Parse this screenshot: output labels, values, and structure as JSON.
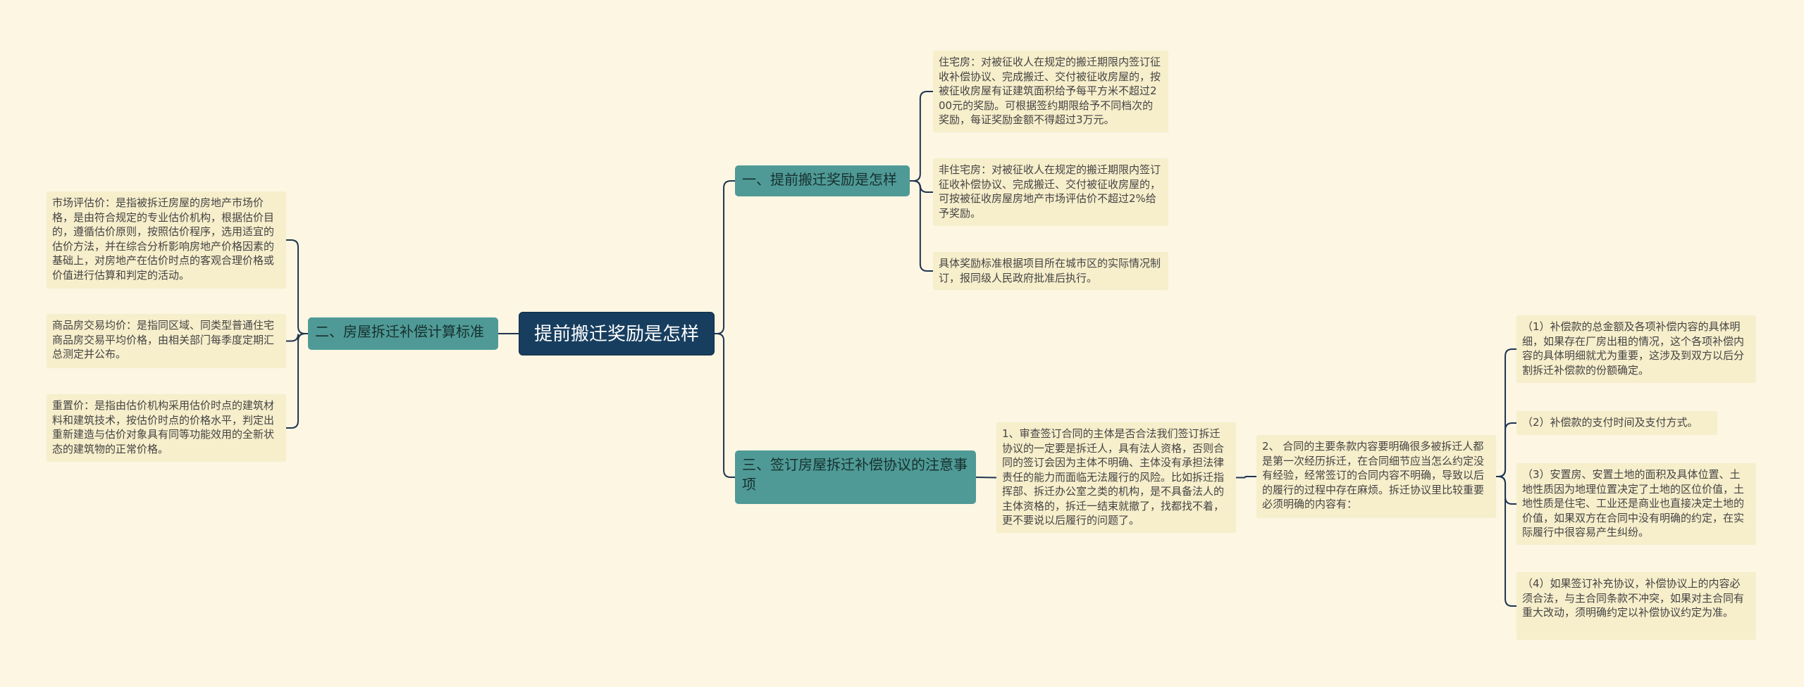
{
  "root": {
    "label": "提前搬迁奖励是怎样"
  },
  "branches": [
    {
      "label": "一、提前搬迁奖励是怎样",
      "children": [
        "住宅房：对被征收人在规定的搬迁期限内签订征收补偿协议、完成搬迁、交付被征收房屋的，按被征收房屋有证建筑面积给予每平方米不超过200元的奖励。可根据签约期限给予不同档次的奖励，每证奖励金额不得超过3万元。",
        "非住宅房：对被征收人在规定的搬迁期限内签订征收补偿协议、完成搬迁、交付被征收房屋的，可按被征收房屋房地产市场评估价不超过2%给予奖励。",
        "具体奖励标准根据项目所在城市区的实际情况制订，报同级人民政府批准后执行。"
      ]
    },
    {
      "label": "二、房屋拆迁补偿计算标准",
      "children": [
        "市场评估价：是指被拆迁房屋的房地产市场价格，是由符合规定的专业估价机构，根据估价目的，遵循估价原则，按照估价程序，选用适宜的估价方法，并在综合分析影响房地产价格因素的基础上，对房地产在估价时点的客观合理价格或价值进行估算和判定的活动。",
        "商品房交易均价：是指同区域、同类型普通住宅商品房交易平均价格，由相关部门每季度定期汇总测定并公布。",
        "重置价：是指由估价机构采用估价时点的建筑材料和建筑技术，按估价时点的价格水平，判定出重新建造与估价对象具有同等功能效用的全新状态的建筑物的正常价格。"
      ]
    },
    {
      "label": "三、签订房屋拆迁补偿协议的注意事项",
      "children": [
        "1、审查签订合同的主体是否合法我们签订拆迁协议的一定要是拆迁人，具有法人资格，否则合同的签订会因为主体不明确、主体没有承担法律责任的能力而面临无法履行的风险。比如拆迁指挥部、拆迁办公室之类的机构，是不具备法人的主体资格的，拆迁一结束就撤了，找都找不着，更不要说以后履行的问题了。",
        "2、 合同的主要条款内容要明确很多被拆迁人都是第一次经历拆迁，在合同细节应当怎么约定没有经验，经常签订的合同内容不明确，导致以后的履行的过程中存在麻烦。拆迁协议里比较重要必须明确的内容有："
      ],
      "sub_items": [
        "（1）补偿款的总金额及各项补偿内容的具体明细，如果存在厂房出租的情况，这个各项补偿内容的具体明细就尤为重要，这涉及到双方以后分割拆迁补偿款的份额确定。",
        "（2）补偿款的支付时间及支付方式。",
        "（3）安置房、安置土地的面积及具体位置、土地性质因为地理位置决定了土地的区位价值，土地性质是住宅、工业还是商业也直接决定土地的价值，如果双方在合同中没有明确的约定，在实际履行中很容易产生纠纷。",
        "（4）如果签订补充协议，补偿协议上的内容必须合法，与主合同条款不冲突，如果对主合同有重大改动，须明确约定以补偿协议约定为准。"
      ]
    }
  ],
  "colors": {
    "background": "#fcf6e3",
    "root": "#173e5f",
    "branch": "#4f9a96",
    "leaf": "#f7eecb",
    "connector": "#1f3550"
  }
}
